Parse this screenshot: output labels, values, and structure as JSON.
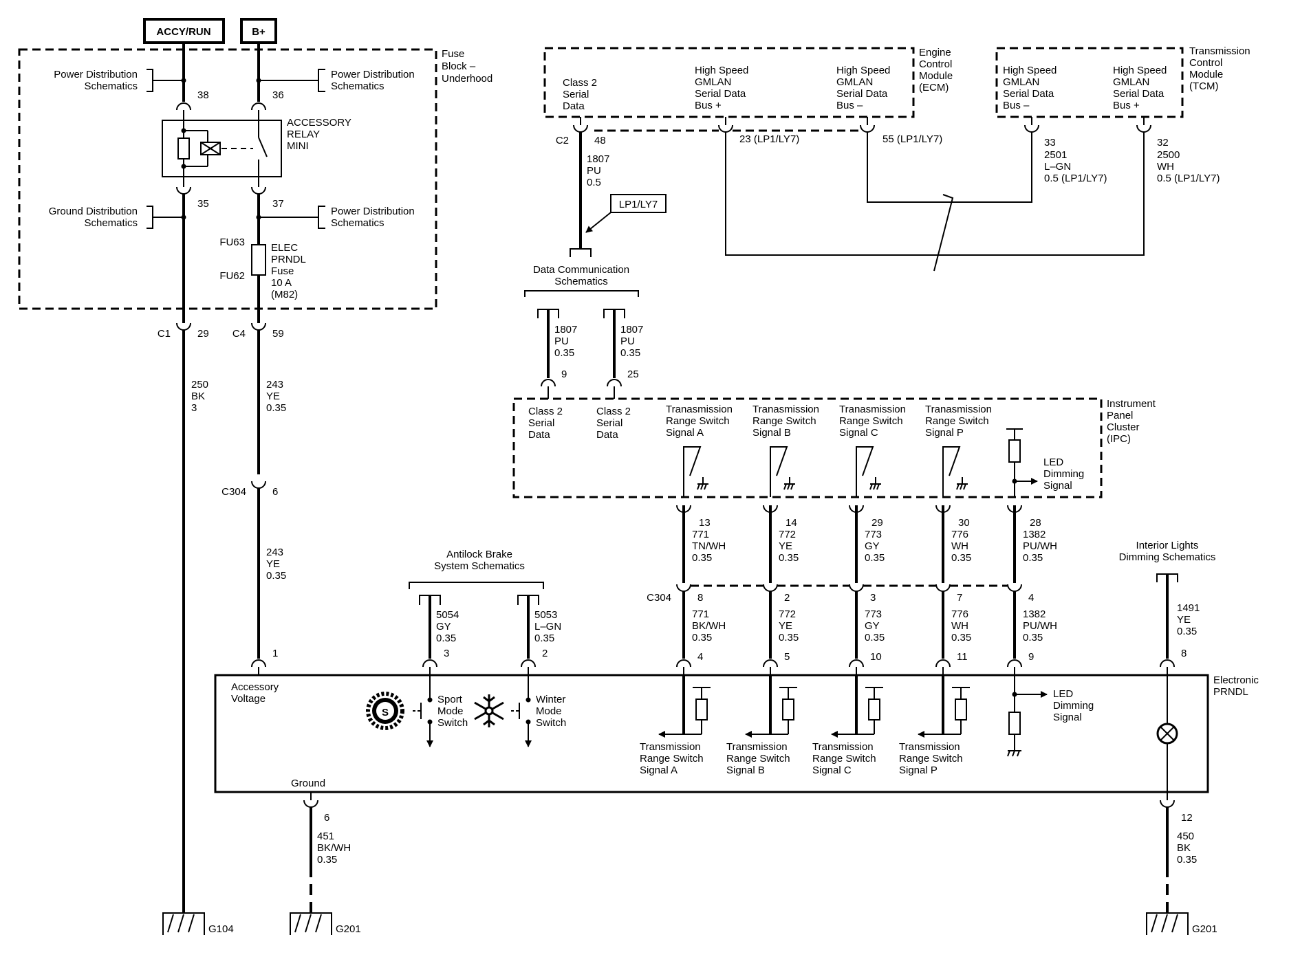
{
  "power": {
    "accy_run": "ACCY/RUN",
    "bplus": "B+"
  },
  "fuse_block": {
    "label": [
      "Fuse",
      "Block –",
      "Underhood"
    ],
    "pds_top_left": [
      "Power Distribution",
      "Schematics"
    ],
    "pds_top_right": [
      "Power Distribution",
      "Schematics"
    ],
    "gds_left": [
      "Ground Distribution",
      "Schematics"
    ],
    "pds_right": [
      "Power Distribution",
      "Schematics"
    ],
    "pin38": "38",
    "pin36": "36",
    "pin35": "35",
    "pin37": "37",
    "relay": [
      "ACCESSORY",
      "RELAY",
      "MINI"
    ],
    "fu63": "FU63",
    "fu62": "FU62",
    "fuse": [
      "ELEC",
      "PRNDL",
      "Fuse",
      "10 A",
      "(M82)"
    ],
    "c1": "C1",
    "c1_pin": "29",
    "c4": "C4",
    "c4_pin": "59"
  },
  "wires": {
    "w250": [
      "250",
      "BK",
      "3"
    ],
    "w243a": [
      "243",
      "YE",
      "0.35"
    ],
    "c304_left": "C304",
    "c304_left_pin": "6",
    "w243b": [
      "243",
      "YE",
      "0.35"
    ],
    "w1807_ecm": [
      "1807",
      "PU",
      "0.5"
    ],
    "w1807_a": [
      "1807",
      "PU",
      "0.35"
    ],
    "w1807_b": [
      "1807",
      "PU",
      "0.35"
    ],
    "w5054": [
      "5054",
      "GY",
      "0.35"
    ],
    "w5053": [
      "5053",
      "L–GN",
      "0.35"
    ],
    "w1491": [
      "1491",
      "YE",
      "0.35"
    ],
    "w451": [
      "451",
      "BK/WH",
      "0.35"
    ],
    "w450": [
      "450",
      "BK",
      "0.35"
    ],
    "w2501": [
      "2501",
      "L–GN",
      "0.5 (LP1/LY7)"
    ],
    "w2500": [
      "2500",
      "WH",
      "0.5 (LP1/LY7)"
    ]
  },
  "ecm": {
    "label": [
      "Engine",
      "Control",
      "Module",
      "(ECM)"
    ],
    "class2": [
      "Class 2",
      "Serial",
      "Data"
    ],
    "gmlan_plus": [
      "High Speed",
      "GMLAN",
      "Serial Data",
      "Bus +"
    ],
    "gmlan_minus": [
      "High Speed",
      "GMLAN",
      "Serial Data",
      "Bus –"
    ],
    "c2": "C2",
    "pin48": "48",
    "pin23": "23 (LP1/LY7)",
    "pin55": "55 (LP1/LY7)"
  },
  "tcm": {
    "label": [
      "Transmission",
      "Control",
      "Module",
      "(TCM)"
    ],
    "minus": [
      "High Speed",
      "GMLAN",
      "Serial Data",
      "Bus –"
    ],
    "plus": [
      "High Speed",
      "GMLAN",
      "Serial Data",
      "Bus +"
    ],
    "pin33": "33",
    "pin32": "32"
  },
  "dlc": {
    "option": "LP1/LY7",
    "label": [
      "Data Communication",
      "Schematics"
    ]
  },
  "ipc": {
    "label": [
      "Instrument",
      "Panel",
      "Cluster",
      "(IPC)"
    ],
    "class2a": [
      "Class 2",
      "Serial",
      "Data"
    ],
    "class2b": [
      "Class 2",
      "Serial",
      "Data"
    ],
    "pin9": "9",
    "pin25": "25",
    "sw_a": [
      "Tranasmission",
      "Range Switch",
      "Signal A"
    ],
    "sw_b": [
      "Tranasmission",
      "Range Switch",
      "Signal B"
    ],
    "sw_c": [
      "Tranasmission",
      "Range Switch",
      "Signal C"
    ],
    "sw_p": [
      "Tranasmission",
      "Range Switch",
      "Signal P"
    ],
    "led": [
      "LED",
      "Dimming",
      "Signal"
    ]
  },
  "signals": {
    "a_top": [
      "13",
      "771",
      "TN/WH",
      "0.35"
    ],
    "b_top": [
      "14",
      "772",
      "YE",
      "0.35"
    ],
    "c_top": [
      "29",
      "773",
      "GY",
      "0.35"
    ],
    "p_top": [
      "30",
      "776",
      "WH",
      "0.35"
    ],
    "led_top": [
      "28",
      "1382",
      "PU/WH",
      "0.35"
    ],
    "c304": "C304",
    "a_c304": "8",
    "b_c304": "2",
    "c_c304": "3",
    "p_c304": "7",
    "led_c304": "4",
    "a_bot": [
      "771",
      "BK/WH",
      "0.35"
    ],
    "b_bot": [
      "772",
      "YE",
      "0.35"
    ],
    "c_bot": [
      "773",
      "GY",
      "0.35"
    ],
    "p_bot": [
      "776",
      "WH",
      "0.35"
    ],
    "led_bot": [
      "1382",
      "PU/WH",
      "0.35"
    ],
    "a_pin": "4",
    "b_pin": "5",
    "c_pin": "10",
    "p_pin": "11",
    "led_pin": "9"
  },
  "abs": {
    "label": [
      "Antilock Brake",
      "System Schematics"
    ]
  },
  "interior": {
    "label": [
      "Interior Lights",
      "Dimming Schematics"
    ]
  },
  "prndl": {
    "label": [
      "Electronic",
      "PRNDL"
    ],
    "accessory": [
      "Accessory",
      "Voltage"
    ],
    "pin1": "1",
    "pin3": "3",
    "pin2": "2",
    "pin8": "8",
    "sport": [
      "Sport",
      "Mode",
      "Switch"
    ],
    "winter": [
      "Winter",
      "Mode",
      "Switch"
    ],
    "out_a": [
      "Transmission",
      "Range Switch",
      "Signal A"
    ],
    "out_b": [
      "Transmission",
      "Range Switch",
      "Signal B"
    ],
    "out_c": [
      "Transmission",
      "Range Switch",
      "Signal C"
    ],
    "out_p": [
      "Transmission",
      "Range Switch",
      "Signal P"
    ],
    "led": [
      "LED",
      "Dimming",
      "Signal"
    ],
    "ground": "Ground",
    "pin6": "6",
    "pin12": "12"
  },
  "grounds": {
    "g104": "G104",
    "g201_left": "G201",
    "g201_right": "G201"
  }
}
